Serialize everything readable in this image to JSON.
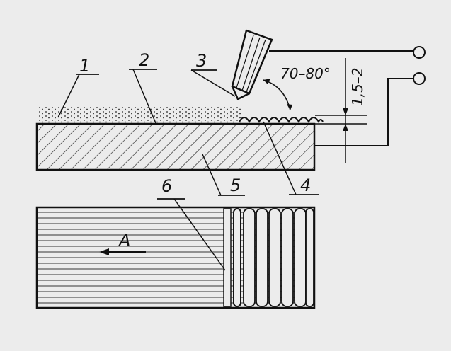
{
  "labels": {
    "c1": "1",
    "c2": "2",
    "c3": "3",
    "c4": "4",
    "c5": "5",
    "c6": "6",
    "direction": "A"
  },
  "dimensions": {
    "angle": "70–80°",
    "height": "1,5–2"
  },
  "colors": {
    "background": "#ececec",
    "ink": "#111111"
  },
  "icons": [
    "electrode-icon",
    "terminal-icon",
    "direction-arrow-icon"
  ]
}
